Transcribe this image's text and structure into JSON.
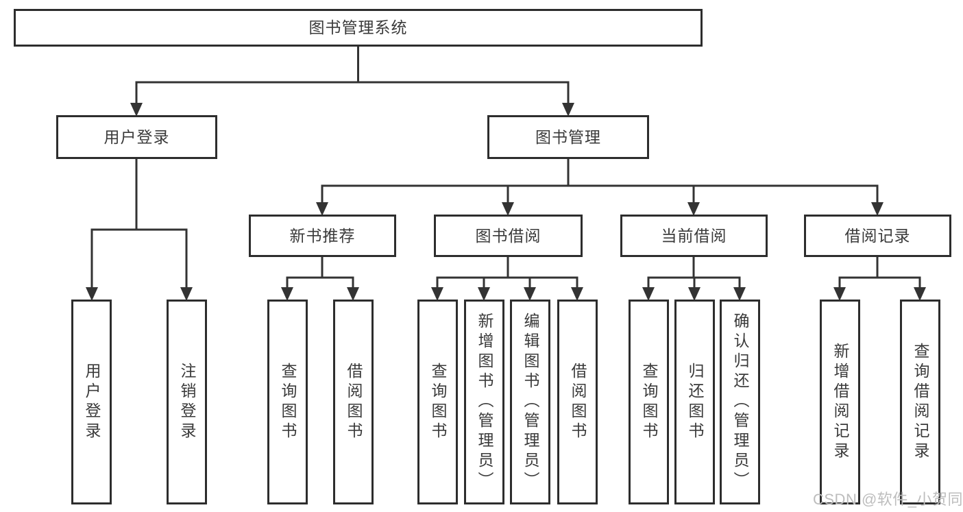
{
  "diagram": {
    "type": "hierarchy",
    "colors": {
      "background": "#ffffff",
      "line": "#333333",
      "box_border": "#2d2d2d",
      "text": "#3a3a3a",
      "watermark": "#bdbdbd"
    },
    "nodes": {
      "root": {
        "label": "图书管理系统"
      },
      "user_login": {
        "label": "用户登录",
        "children": [
          {
            "label": "用户登录"
          },
          {
            "label": "注销登录"
          }
        ]
      },
      "book_mgmt": {
        "label": "图书管理",
        "children": [
          {
            "label": "新书推荐",
            "children": [
              {
                "label": "查询图书"
              },
              {
                "label": "借阅图书"
              }
            ]
          },
          {
            "label": "图书借阅",
            "children": [
              {
                "label": "查询图书"
              },
              {
                "label": "新增图书（管理员）"
              },
              {
                "label": "编辑图书（管理员）"
              },
              {
                "label": "借阅图书"
              }
            ]
          },
          {
            "label": "当前借阅",
            "children": [
              {
                "label": "查询图书"
              },
              {
                "label": "归还图书"
              },
              {
                "label": "确认归还（管理员）"
              }
            ]
          },
          {
            "label": "借阅记录",
            "children": [
              {
                "label": "新增借阅记录"
              },
              {
                "label": "查询借阅记录"
              }
            ]
          }
        ]
      }
    }
  },
  "watermark": {
    "text": "CSDN @软件_小贺同学"
  }
}
